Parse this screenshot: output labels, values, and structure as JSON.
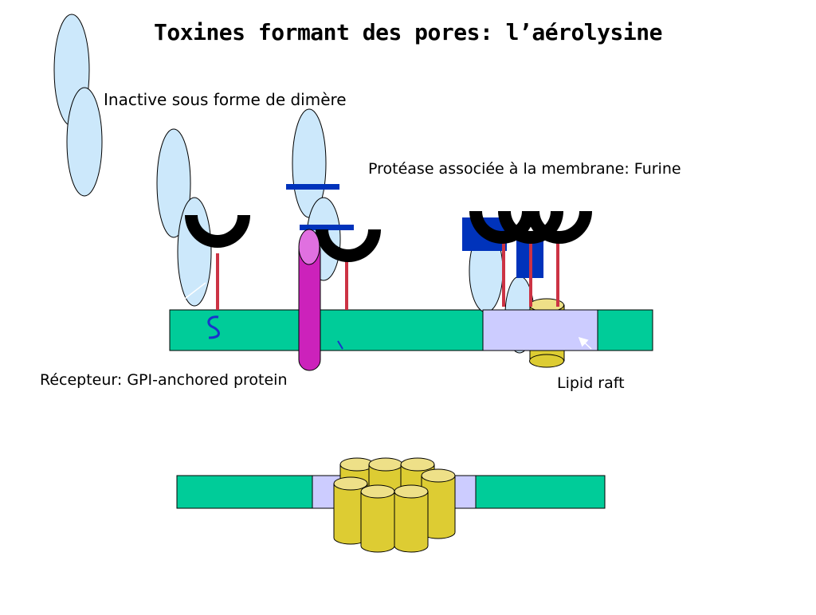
{
  "title": "Toxines formant des pores: l’aérolysine",
  "labels": {
    "dimer": "Inactive sous forme de dimère",
    "furin": "Protéase associée à la membrane: Furine",
    "receptor": "Récepteur: GPI-anchored protein",
    "raft": "Lipid raft"
  },
  "colors": {
    "membrane": "#00cc99",
    "raft": "#ccccff",
    "toxin_lobe": "#cce8fb",
    "protease_pink": "#e070e0",
    "protease_magenta": "#cc22bb",
    "blue_bar": "#0033bb",
    "gpi_stalk": "#cc3344",
    "barrel": "#ddcc33",
    "barrel_top": "#eee088"
  }
}
